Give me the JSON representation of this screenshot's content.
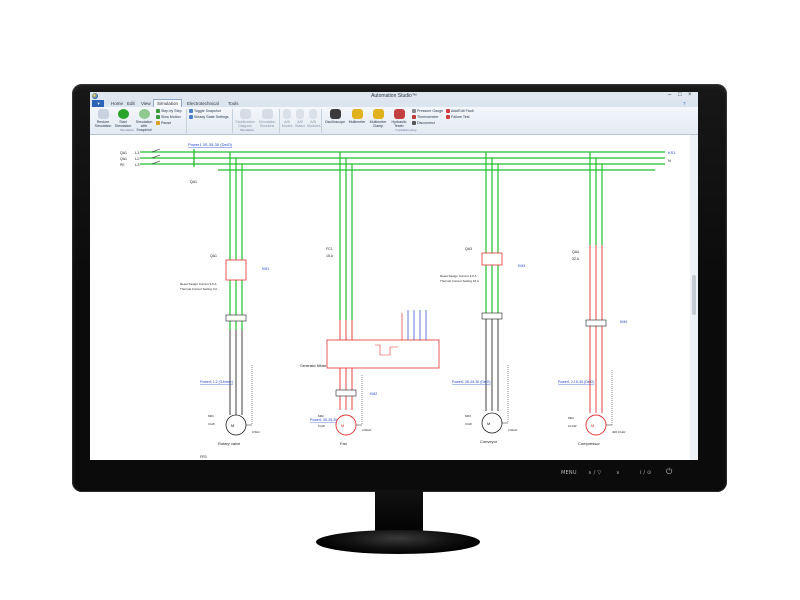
{
  "app": {
    "title": "Automation Studio™",
    "tabs": [
      "Home",
      "Edit",
      "View",
      "Simulation",
      "Electrotechnical",
      "Tools"
    ],
    "active_tab": "Simulation"
  },
  "ribbon": {
    "buttons_big": [
      "Restore Simulation",
      "Start Simulation",
      "Simulation with Snapshot"
    ],
    "small_group1": [
      "Step by Step",
      "Slow Motion",
      "Pause"
    ],
    "small_group2": [
      "Toggle Snapshot",
      "Steady State Settings"
    ],
    "buttons_mid": [
      "Stabilization Diagram",
      "Simulation Sessions"
    ],
    "buttons_io": [
      "A/B Modes",
      "A/B Status",
      "A/B Modules"
    ],
    "instruments": [
      "Oscilloscope",
      "Multimeter",
      "Multimeter Clamp",
      "Hydraulic Tester"
    ],
    "instrument_small": [
      "Pressure Gauge",
      "Thermometer",
      "Disconnect"
    ],
    "fault_small": [
      "Add/Edit Fault",
      "Failure Test"
    ],
    "group_labels": [
      "Simulation",
      "Simulation",
      "Troubleshooting"
    ]
  },
  "diagram": {
    "supply_labels": [
      "L1",
      "L2",
      "L3",
      "PE"
    ],
    "left_supply_tags": [
      "QA1",
      "QA1",
      "PE"
    ],
    "top_ref": "Power1 3S-35-30 (DelO)",
    "right_bus_tags": [
      "KS1",
      "N"
    ],
    "loads": [
      {
        "tag": "QA1",
        "breaker_tag": "QA1",
        "contactor_tag": "KM1",
        "label": "Rotary valve",
        "motor": "M01",
        "rpm": "3 kW",
        "speed": "0.5Hz",
        "ref": "Power1 1.2 (3.5mm²)",
        "setting": "Reset Design Current 3.6 A",
        "thermal": "Thermal Current Setting 3 A",
        "color": "black"
      },
      {
        "tag": "FC1",
        "breaker_tag": "FC1",
        "contactor_tag": "KM2",
        "label": "Fan",
        "motor": "M02",
        "rpm": "5 kW",
        "speed": "2.0kHz",
        "ref": "Power1 3S-25-30 (DelO)",
        "setting": "15 A",
        "thermal": "Generator Mfuse ST/Q2",
        "color": "red"
      },
      {
        "tag": "QA3",
        "breaker_tag": "QA3",
        "contactor_tag": "KM3",
        "label": "Conveyor",
        "motor": "M03",
        "rpm": "3 kW",
        "speed": "2.0kHz",
        "ref": "Power1 3S-25-30 (DelO)",
        "setting": "Reset Design Current 3.6 A",
        "thermal": "Thermal Current Setting 16 A",
        "color": "black"
      },
      {
        "tag": "QA4",
        "breaker_tag": "QA4",
        "contactor_tag": "KM4",
        "label": "Compressor",
        "motor": "M04",
        "rpm": "10 kW",
        "speed": "400.0 kHz",
        "ref": "Power1 2.1S-30 (DelO)",
        "setting": "32 A",
        "thermal": "",
        "color": "red"
      }
    ],
    "legend_tag": "FR3"
  },
  "monitor": {
    "controls": [
      "MENU",
      "∧ / ▽",
      "∨",
      "i / ⊙"
    ],
    "power": "⏻"
  },
  "colors": {
    "bus_green": "#22c02a",
    "wire_black": "#111111",
    "wire_red": "#e23232",
    "link_blue": "#2244cc",
    "ribbon_blue": "#1f5fbf"
  }
}
